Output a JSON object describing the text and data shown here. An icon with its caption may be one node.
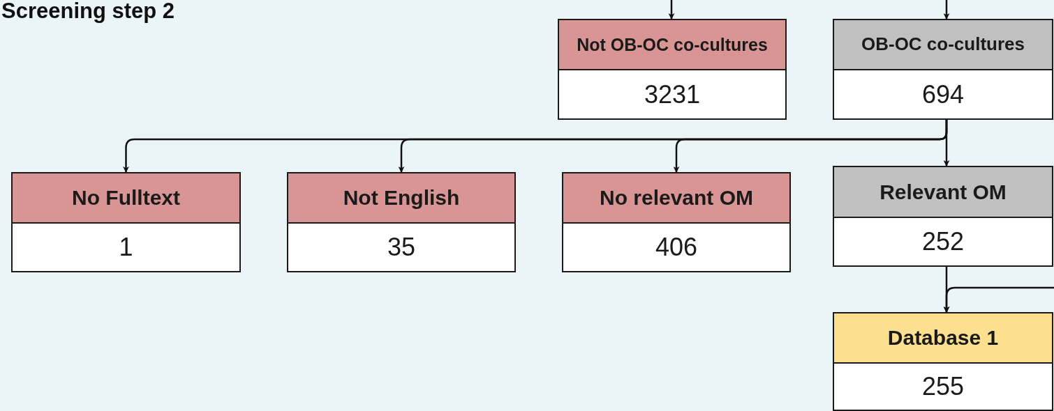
{
  "diagram": {
    "title": "Screening step 2",
    "nodes": [
      {
        "text": [
          "Not OB-OC co-cultures",
          "3231"
        ]
      },
      {
        "text": [
          "OB-OC co-cultures",
          "694"
        ]
      },
      {
        "text": [
          "No Fulltext",
          "1"
        ]
      },
      {
        "text": [
          "Not English",
          "35"
        ]
      },
      {
        "text": [
          "No relevant OM",
          "406"
        ]
      },
      {
        "text": [
          "Relevant OM",
          "252"
        ]
      },
      {
        "text": [
          "Database 1",
          "255"
        ]
      }
    ],
    "edges": [
      {
        "from": null,
        "to": 0,
        "arrow": "to"
      },
      {
        "from": null,
        "to": 1,
        "arrow": "to"
      },
      {
        "from": 1,
        "to": 2,
        "arrow": "to"
      },
      {
        "from": 1,
        "to": 3,
        "arrow": "to"
      },
      {
        "from": 1,
        "to": 4,
        "arrow": "to"
      },
      {
        "from": 1,
        "to": 5,
        "arrow": "to"
      },
      {
        "from": 5,
        "to": 6,
        "arrow": "to"
      },
      {
        "from": null,
        "to": 6,
        "arrow": "to"
      }
    ]
  }
}
